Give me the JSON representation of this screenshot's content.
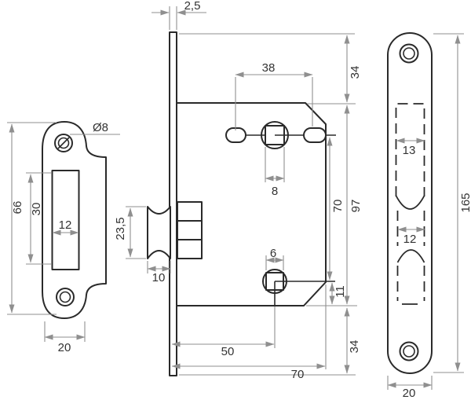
{
  "drawing": {
    "title": "Mortise lock technical drawing",
    "background": "#ffffff",
    "line_colors": {
      "object": "#2a2a2a",
      "dimension": "#8f8f8f",
      "text": "#333333"
    },
    "views": {
      "strike_plate": {
        "label": "strike-plate-front-view",
        "dims": {
          "total_height": "66",
          "cutout_height": "30",
          "cutout_width": "12",
          "plate_width": "20",
          "screw_hole_diameter": "Ø8"
        }
      },
      "lock_case": {
        "label": "lock-case-side-view",
        "dims": {
          "faceplate_thickness": "2,5",
          "slot_spacing": "38",
          "top_margin": "34",
          "spindle_square": "8",
          "latch_height": "23,5",
          "latch_depth": "10",
          "wc_square": "6",
          "centre_distance": "70",
          "case_height": "97",
          "wc_to_case_bottom": "11",
          "backset": "50",
          "case_depth": "70",
          "bottom_margin": "34"
        }
      },
      "faceplate": {
        "label": "faceplate-front-view",
        "dims": {
          "upper_cutout_width": "13",
          "latch_cutout_width": "12",
          "plate_height": "165",
          "plate_width": "20"
        }
      }
    }
  }
}
